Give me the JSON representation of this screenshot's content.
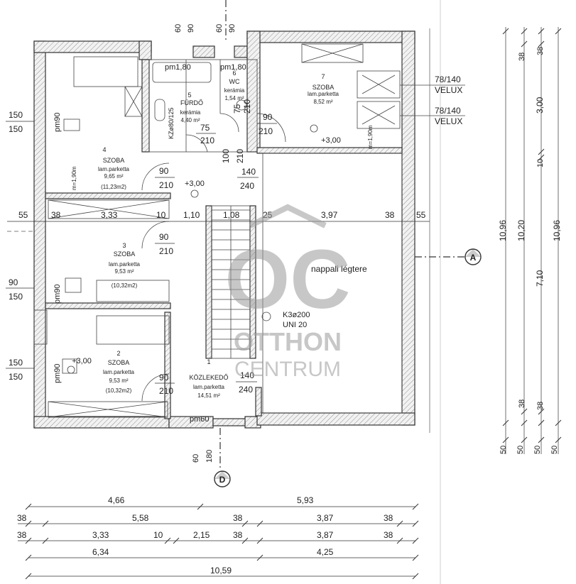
{
  "rooms": {
    "r1": {
      "num": "1",
      "name": "KÖZLEKEDŐ",
      "floor": "lam.parketta",
      "area": "14,51 m²"
    },
    "r2": {
      "num": "2",
      "name": "SZOBA",
      "floor": "lam.parketta",
      "area": "9,53 m²",
      "area2": "(10,32m2)",
      "level": "+3,00"
    },
    "r3": {
      "num": "3",
      "name": "SZOBA",
      "floor": "lam.parketta",
      "area": "9,53 m²",
      "area2": "(10,32m2)"
    },
    "r4": {
      "num": "4",
      "name": "SZOBA",
      "floor": "lam.parketta",
      "area": "9,65 m²",
      "area2": "(11,23m2)"
    },
    "r5": {
      "num": "5",
      "name": "FÜRDŐ",
      "floor": "kerámia",
      "area": "4,40 m²",
      "fixture": "KZø80/125"
    },
    "r6": {
      "num": "6",
      "name": "WC",
      "floor": "kerámia",
      "area": "1,54 m²"
    },
    "r7": {
      "num": "7",
      "name": "SZOBA",
      "floor": "lam.parketta",
      "area": "8,52 m²",
      "level": "+3,00",
      "note": "m=1,90m"
    },
    "nappali": {
      "name": "nappali légtere",
      "chimney": "K3ø200",
      "chimney2": "UNI 20"
    }
  },
  "labels": {
    "level_mid": "+3,00",
    "pm_bath": "pm1,80",
    "pm_wc": "pm1,80",
    "pm_door": "pm60",
    "pm_r4": "pm90",
    "pm_r3": "pm90",
    "pm_r2": "pm90",
    "m_r4": "m=1,90m",
    "velux1_size": "78/140",
    "velux1_name": "VELUX",
    "velux2_size": "78/140",
    "velux2_name": "VELUX",
    "section_a": "A",
    "section_d": "D"
  },
  "openings": {
    "d_wc_w": "90",
    "d_wc_h": "210",
    "d_bath_w": "75",
    "d_bath_h": "210",
    "d_r5a": "75",
    "d_r5b": "210",
    "d_wc2a": "100",
    "d_wc2b": "210",
    "d_hall_a": "140",
    "d_hall_b": "240",
    "d_r4_w": "90",
    "d_r4_h": "210",
    "d_r3_w": "90",
    "d_r3_h": "210",
    "d_r2_w": "90",
    "d_r2_h": "210",
    "d_r1_a": "140",
    "d_r1_b": "240",
    "w_r4_a": "150",
    "w_r4_b": "150",
    "w_r3_a": "90",
    "w_r3_b": "150",
    "w_r2_a": "150",
    "w_r2_b": "150",
    "top60a": "60",
    "top90a": "90",
    "top60b": "60",
    "top90b": "90",
    "bot60": "60",
    "bot180": "180"
  },
  "dims_inner": [
    "55",
    "38",
    "3,33",
    "10",
    "1,10",
    "1,08",
    "25",
    "3,97",
    "38",
    "55"
  ],
  "dims_bottom": {
    "row1": [
      "4,66",
      "5,93"
    ],
    "row2": [
      "38",
      "5,58",
      "38",
      "3,87",
      "38"
    ],
    "row3": [
      "38",
      "3,33",
      "10",
      "2,15",
      "38",
      "3,87",
      "38"
    ],
    "row4": [
      "6,34",
      "4,25"
    ],
    "row5": [
      "10,59"
    ]
  },
  "dims_right": {
    "col1": "10,96",
    "col2": "10,20",
    "col3a": "38",
    "col3b": "3,00",
    "col3c": "10",
    "col3d": "7,10",
    "col3e": "38",
    "col4": "10,96",
    "col2b": "38",
    "bottom": [
      "50",
      "50",
      "50",
      "50"
    ]
  },
  "watermark": {
    "logo": "OC",
    "line1": "OTTHON",
    "line2": "CENTRUM"
  }
}
